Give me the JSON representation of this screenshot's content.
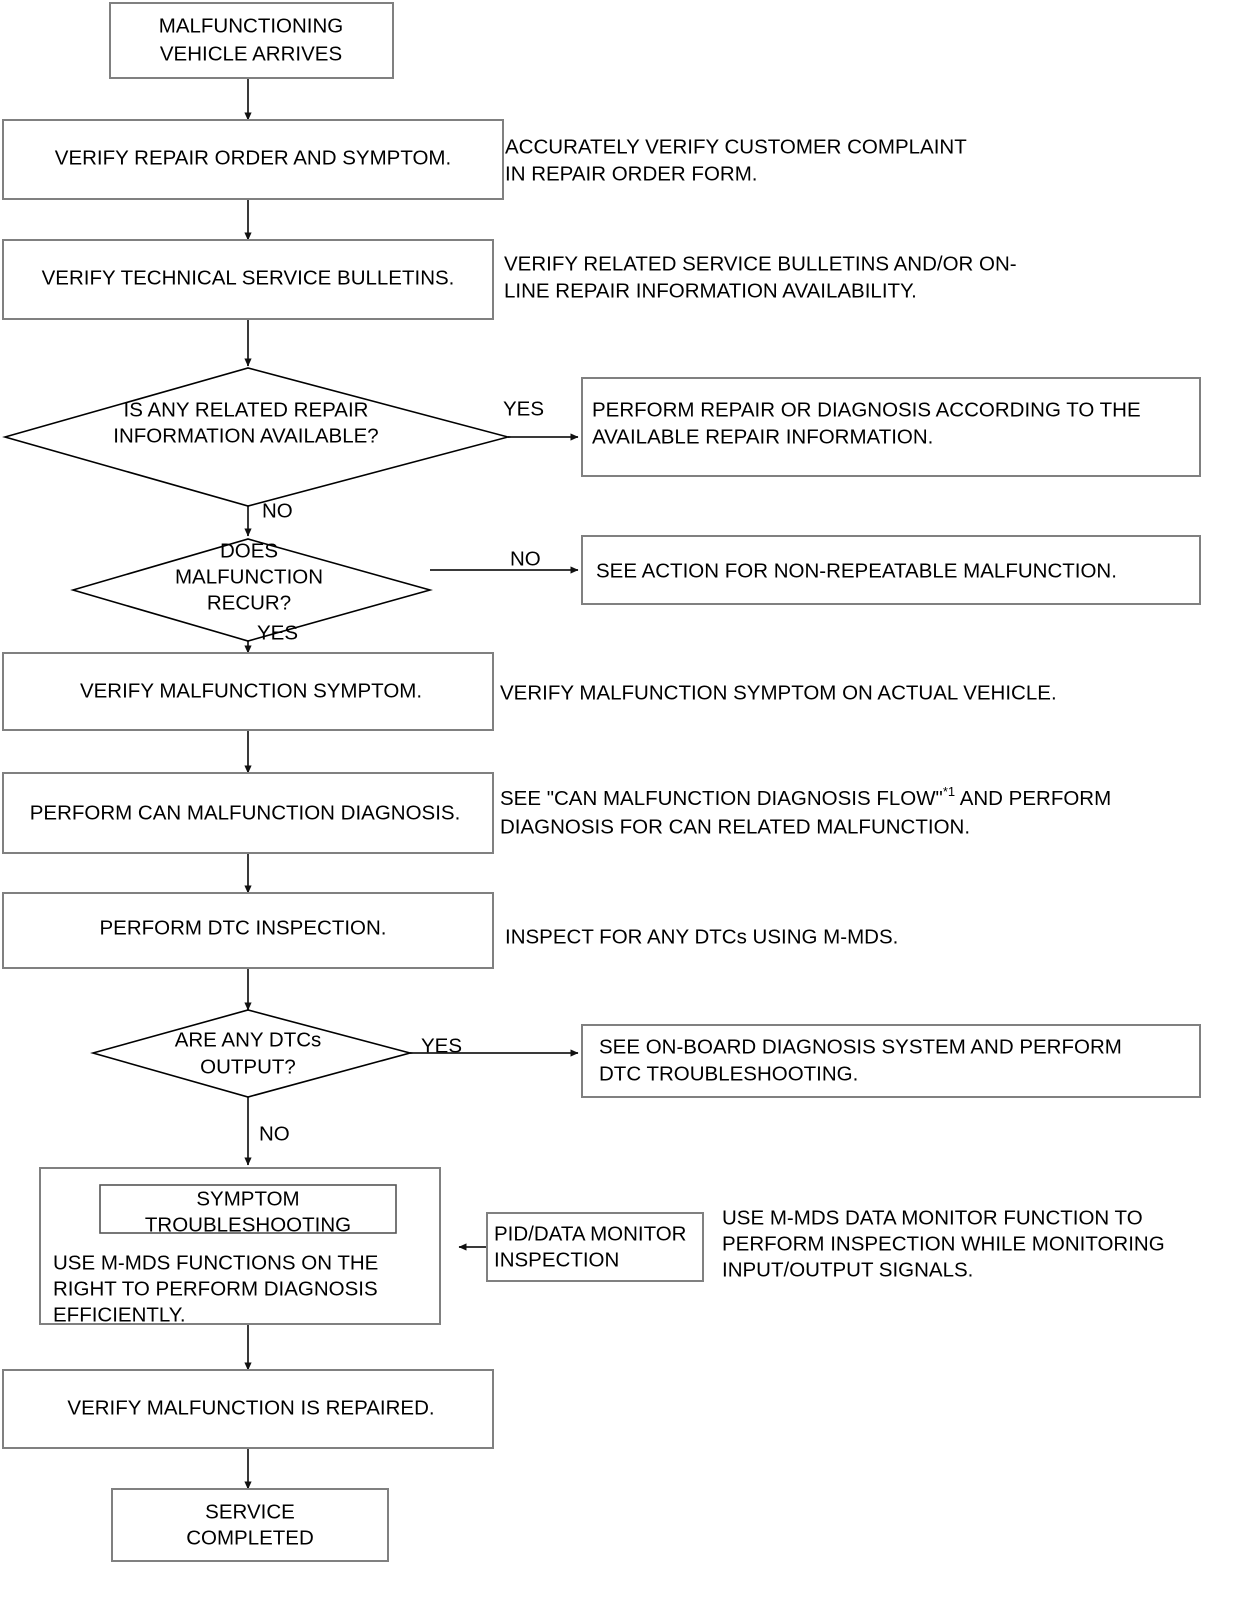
{
  "diagram": {
    "title": "General Troubleshooting Flow",
    "type": "flowchart",
    "colors": {
      "background": "#ffffff",
      "box_stroke": "#808080",
      "diamond_stroke": "#000000",
      "connector": "#3a3a3a",
      "text": "#000000"
    }
  },
  "nodes": {
    "start": {
      "line1": "MALFUNCTIONING",
      "line2": "VEHICLE ARRIVES"
    },
    "verify_repair_order": {
      "label": "VERIFY REPAIR ORDER AND SYMPTOM."
    },
    "verify_tsb": {
      "label": "VERIFY TECHNICAL SERVICE BULLETINS."
    },
    "decision_repair_info": {
      "line1": "IS ANY RELATED REPAIR",
      "line2": "INFORMATION AVAILABLE?"
    },
    "decision_recur": {
      "line1": "DOES",
      "line2": "MALFUNCTION",
      "line3": "RECUR?"
    },
    "verify_symptom": {
      "label": "VERIFY MALFUNCTION SYMPTOM."
    },
    "can_diagnosis": {
      "label": "PERFORM CAN MALFUNCTION DIAGNOSIS."
    },
    "dtc_inspection": {
      "label": "PERFORM DTC INSPECTION."
    },
    "decision_dtc": {
      "line1": "ARE ANY DTCs",
      "line2": "OUTPUT?"
    },
    "symptom_troubleshooting": {
      "inner_line1": "SYMPTOM",
      "inner_line2": "TROUBLESHOOTING",
      "body_line1": "USE M-MDS FUNCTIONS ON THE",
      "body_line2": "RIGHT TO PERFORM DIAGNOSIS",
      "body_line3": "EFFICIENTLY."
    },
    "pid_data_monitor": {
      "line1": "PID/DATA MONITOR",
      "line2": "INSPECTION"
    },
    "verify_repaired": {
      "label": "VERIFY MALFUNCTION IS REPAIRED."
    },
    "service_completed": {
      "line1": "SERVICE",
      "line2": "COMPLETED"
    },
    "action_repair_info": {
      "line1": "PERFORM REPAIR OR DIAGNOSIS ACCORDING TO THE",
      "line2": "AVAILABLE REPAIR INFORMATION."
    },
    "action_non_repeatable": {
      "line1": "SEE ACTION FOR NON-REPEATABLE MALFUNCTION."
    },
    "action_dtc_troubleshooting": {
      "line1": "SEE ON-BOARD DIAGNOSIS SYSTEM AND PERFORM",
      "line2": "DTC TROUBLESHOOTING."
    }
  },
  "annotations": {
    "verify_repair_order": {
      "line1": "ACCURATELY VERIFY CUSTOMER COMPLAINT",
      "line2": "IN REPAIR ORDER FORM."
    },
    "verify_tsb": {
      "line1": "VERIFY RELATED SERVICE BULLETINS AND/OR ON-",
      "line2": "LINE REPAIR INFORMATION AVAILABILITY."
    },
    "verify_symptom": {
      "line1": "VERIFY MALFUNCTION SYMPTOM ON ACTUAL VEHICLE."
    },
    "can_diagnosis": {
      "line1_pre": "SEE \"CAN MALFUNCTION DIAGNOSIS FLOW\"",
      "line1_sup": "*1",
      "line1_post": " AND PERFORM",
      "line2": "DIAGNOSIS FOR CAN RELATED MALFUNCTION."
    },
    "dtc_inspection": {
      "line1": "INSPECT FOR ANY DTCs USING M-MDS."
    },
    "pid_data_monitor": {
      "line1": "USE M-MDS DATA MONITOR FUNCTION TO",
      "line2": "PERFORM INSPECTION WHILE MONITORING",
      "line3": "INPUT/OUTPUT SIGNALS."
    }
  },
  "edge_labels": {
    "repair_info_yes": "YES",
    "repair_info_no": "NO",
    "recur_no": "NO",
    "recur_yes": "YES",
    "dtc_yes": "YES",
    "dtc_no": "NO"
  }
}
